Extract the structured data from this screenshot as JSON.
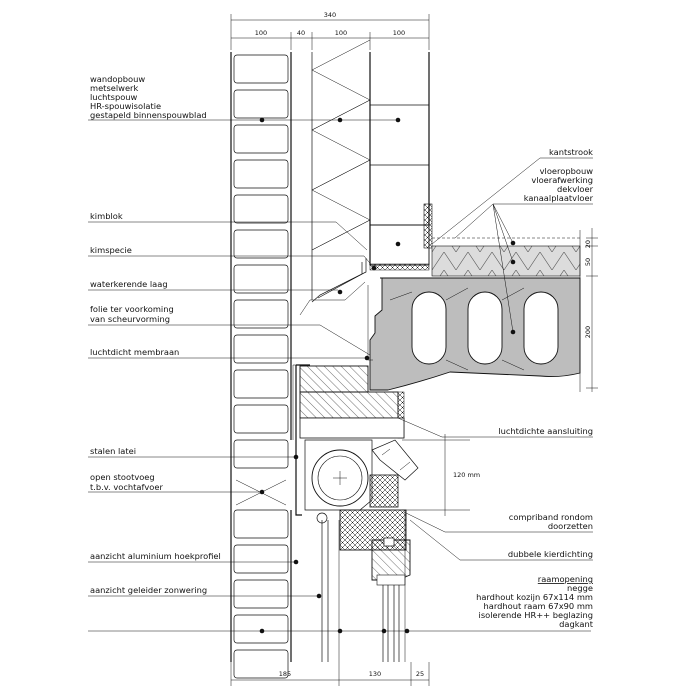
{
  "dimensions": {
    "top_total": "340",
    "top_segments": [
      "100",
      "40",
      "100",
      "100"
    ],
    "bottom_segments": [
      "185",
      "130",
      "25"
    ],
    "right_20": "20",
    "right_50": "50",
    "right_200": "200",
    "right_120": "120 mm"
  },
  "left_labels": {
    "wandopbouw": [
      "wandopbouw",
      "metselwerk",
      "luchtspouw",
      "HR-spouwisolatie",
      "gestapeld binnenspouwblad"
    ],
    "kimblok": "kimblok",
    "kimspecie": "kimspecie",
    "waterkerende_laag": "waterkerende laag",
    "folie": [
      "folie ter voorkoming",
      "van scheurvorming"
    ],
    "luchtdicht_membraan": "luchtdicht membraan",
    "stalen_latei": "stalen latei",
    "open_stootvoeg": [
      "open stootvoeg",
      "t.b.v. vochtafvoer"
    ],
    "aanzicht_hoekprofiel": "aanzicht aluminium hoekprofiel",
    "aanzicht_geleider": "aanzicht geleider zonwering"
  },
  "right_labels": {
    "kantstrook": "kantstrook",
    "vloeropbouw": [
      "vloeropbouw",
      "vloerafwerking",
      "dekvloer",
      "kanaalplaatvloer"
    ],
    "luchtdichte_aansluiting": "luchtdichte aansluiting",
    "compriband": [
      "compriband rondom",
      "doorzetten"
    ],
    "dubbele_kierdichting": "dubbele kierdichting",
    "raamopening": [
      "raamopening",
      "negge",
      "hardhout kozijn 67x114 mm",
      "hardhout raam 67x90 mm",
      "isolerende HR++ beglazing",
      "dagkant"
    ]
  }
}
